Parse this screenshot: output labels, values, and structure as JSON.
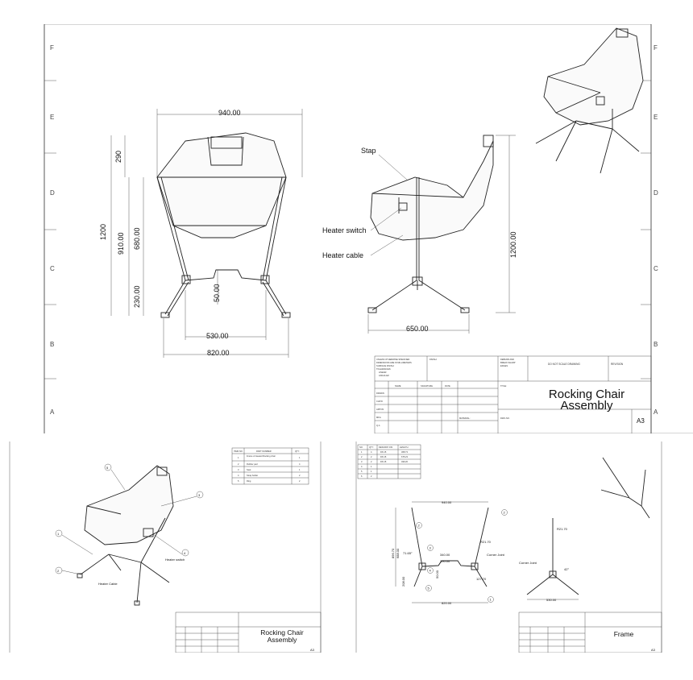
{
  "main_sheet": {
    "zones_left": [
      "F",
      "E",
      "D",
      "C",
      "B",
      "A"
    ],
    "zones_right": [
      "F",
      "E",
      "D",
      "C",
      "B",
      "A"
    ],
    "front_view_dims": {
      "overall_width": "940.00",
      "overall_height": "1200",
      "seat_height": "910.00",
      "top_offset": "290",
      "back_to_seat": "680.00",
      "lower_height": "230.00",
      "joint_offset": "50.00",
      "inner_width": "530.00",
      "base_width": "820.00"
    },
    "side_view_dims": {
      "height": "1200.00",
      "depth": "650.00"
    },
    "callouts": {
      "strap": "Stap",
      "heater_switch": "Heater switch",
      "heater_cable": "Heater cable"
    },
    "title_block": {
      "notes": [
        "UNLESS OTHERWISE SPECIFIED:",
        "DIMENSIONS ARE IN MILLIMETERS",
        "SURFACE FINISH:",
        "TOLERANCES:",
        "LINEAR:",
        "ANGULAR:"
      ],
      "finish": "FINISH:",
      "deburr": [
        "DEBURR AND",
        "BREAK SHARP",
        "EDGES"
      ],
      "do_not_scale": "DO NOT SCALE DRAWING",
      "revision": "REVISION",
      "col_name": "NAME",
      "col_signature": "SIGNATURE",
      "col_date": "DATE",
      "rows": [
        "DRAWN",
        "CHK'D",
        "APPV'D",
        "MFG",
        "Q.A"
      ],
      "material": "MATERIAL:",
      "title_label": "TITLE:",
      "title_line1": "Rocking Chair",
      "title_line2": "Assembly",
      "dwg_no": "DWG NO.",
      "size": "A3"
    }
  },
  "sheet_bottom_left": {
    "bom_headers": [
      "ITEM NO.",
      "PART NUMBER",
      "QTY."
    ],
    "bom_rows": [
      [
        "1",
        "Frame of Heated Rocking chair",
        "1"
      ],
      [
        "2",
        "Rubber pad",
        "4"
      ],
      [
        "3",
        "Seat",
        "1"
      ],
      [
        "4",
        "Strap holder",
        "2"
      ],
      [
        "5",
        "Ring",
        "2"
      ]
    ],
    "balloons": [
      "5",
      "3",
      "1",
      "2",
      "4"
    ],
    "labels": {
      "heater_switch": "Heater switch",
      "heater_cable": "Heater Cable"
    },
    "title_line1": "Rocking Chair",
    "title_line2": "Assembly",
    "size": "A3"
  },
  "sheet_bottom_right": {
    "bom_headers": [
      "NO.",
      "QTY.",
      "DESCRIP. ION",
      "LENGTH"
    ],
    "bom_rows": [
      [
        "1",
        "4",
        "DN 15",
        "368.73"
      ],
      [
        "2",
        "2",
        "DN 15",
        "675.23"
      ],
      [
        "3",
        "2",
        "DN 15",
        "499.26"
      ],
      [
        "4",
        "1",
        "",
        ""
      ],
      [
        "5",
        "1",
        "",
        ""
      ],
      [
        "6",
        "2",
        "",
        ""
      ]
    ],
    "dims": {
      "top_width": "940.00",
      "left_height": "896.70",
      "left_mid": "688.00",
      "angle1": "71.65°",
      "inner1": "340.00",
      "inner2": "390.00",
      "small_height": "50.00",
      "low_height": "208.00",
      "radius": "R21.70",
      "bottom_width": "820.00",
      "side_radius": "R21.70",
      "side_angle": "42°",
      "side_width": "530.00",
      "ang2": "127.70"
    },
    "labels": {
      "corner_joint": "Corner Joint",
      "corner_joint2": "Corner Joint"
    },
    "balloons": [
      "2",
      "2",
      "3",
      "4",
      "5",
      "1"
    ],
    "title": "Frame",
    "size": "A3"
  }
}
